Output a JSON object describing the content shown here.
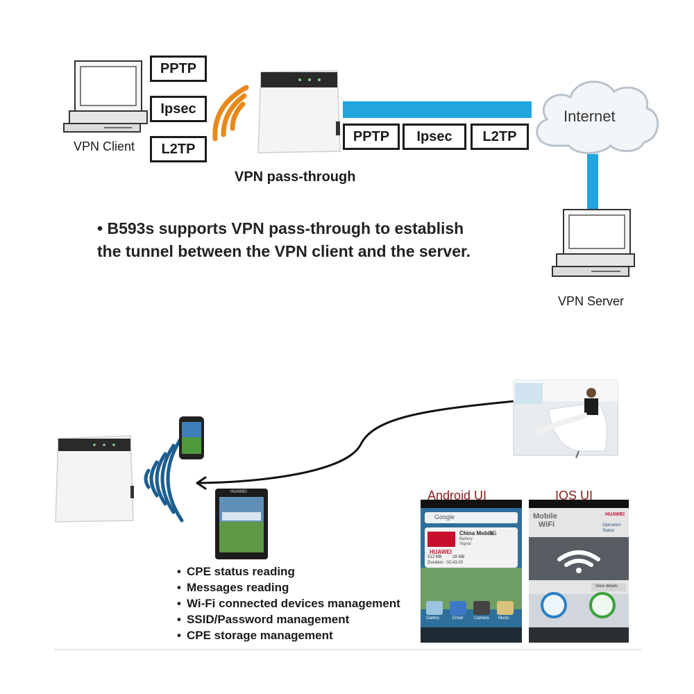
{
  "top": {
    "client_label": "VPN Client",
    "server_label": "VPN Server",
    "internet_label": "Internet",
    "passthrough_label": "VPN pass-through",
    "client_protocols": [
      "PPTP",
      "Ipsec",
      "L2TP"
    ],
    "tunnel_protocols": [
      "PPTP",
      "Ipsec",
      "L2TP"
    ],
    "bullet_line1": "B593s supports VPN pass-through to establish",
    "bullet_line2": "the tunnel between the VPN client and the server."
  },
  "bottom": {
    "features": [
      "CPE status reading",
      "Messages reading",
      "Wi-Fi connected devices management",
      "SSID/Password management",
      "CPE storage management"
    ],
    "android_ui_title": "Android UI",
    "ios_ui_title": "IOS UI",
    "android_screen": {
      "search_text": "Google",
      "brand": "HUAWEI",
      "operator": "China Mobile",
      "network": "3G",
      "battery": "Battery",
      "signal": "Signal",
      "upload": "512 MB",
      "download": "28 MB",
      "duration": "Duration : 02:43:20",
      "apps": [
        "Gallery",
        "Email",
        "Camera",
        "Music"
      ]
    },
    "ios_screen": {
      "logo_line1": "Mobile",
      "logo_line2": "WiFi",
      "brand": "HUAWEI",
      "operators": "Operators",
      "status": "Status",
      "view_details": "View details"
    },
    "tablet_brand": "HUAWEI"
  },
  "colors": {
    "tunnel_blue": "#22a5df",
    "wifi_orange": "#e8891b",
    "wifi_blue": "#1d5f8f",
    "ui_title_red": "#8b1a1a"
  }
}
